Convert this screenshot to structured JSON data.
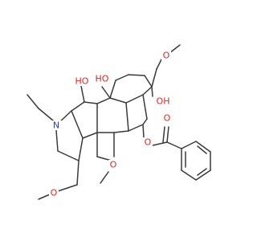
{
  "colors": {
    "bond": "#3a3a3a",
    "oxygen": "#e8231f",
    "nitrogen": "#2f36e8",
    "background": "#ffffff"
  },
  "atoms": {
    "oh_left": "HO",
    "oh_mid": "HO",
    "oh_right": "OH",
    "o_methoxy_top": "O",
    "o_methoxy_mid": "O",
    "o_methoxy_side": "O",
    "o_carbonyl": "O",
    "o_ester": "O",
    "n_amine": "N"
  }
}
